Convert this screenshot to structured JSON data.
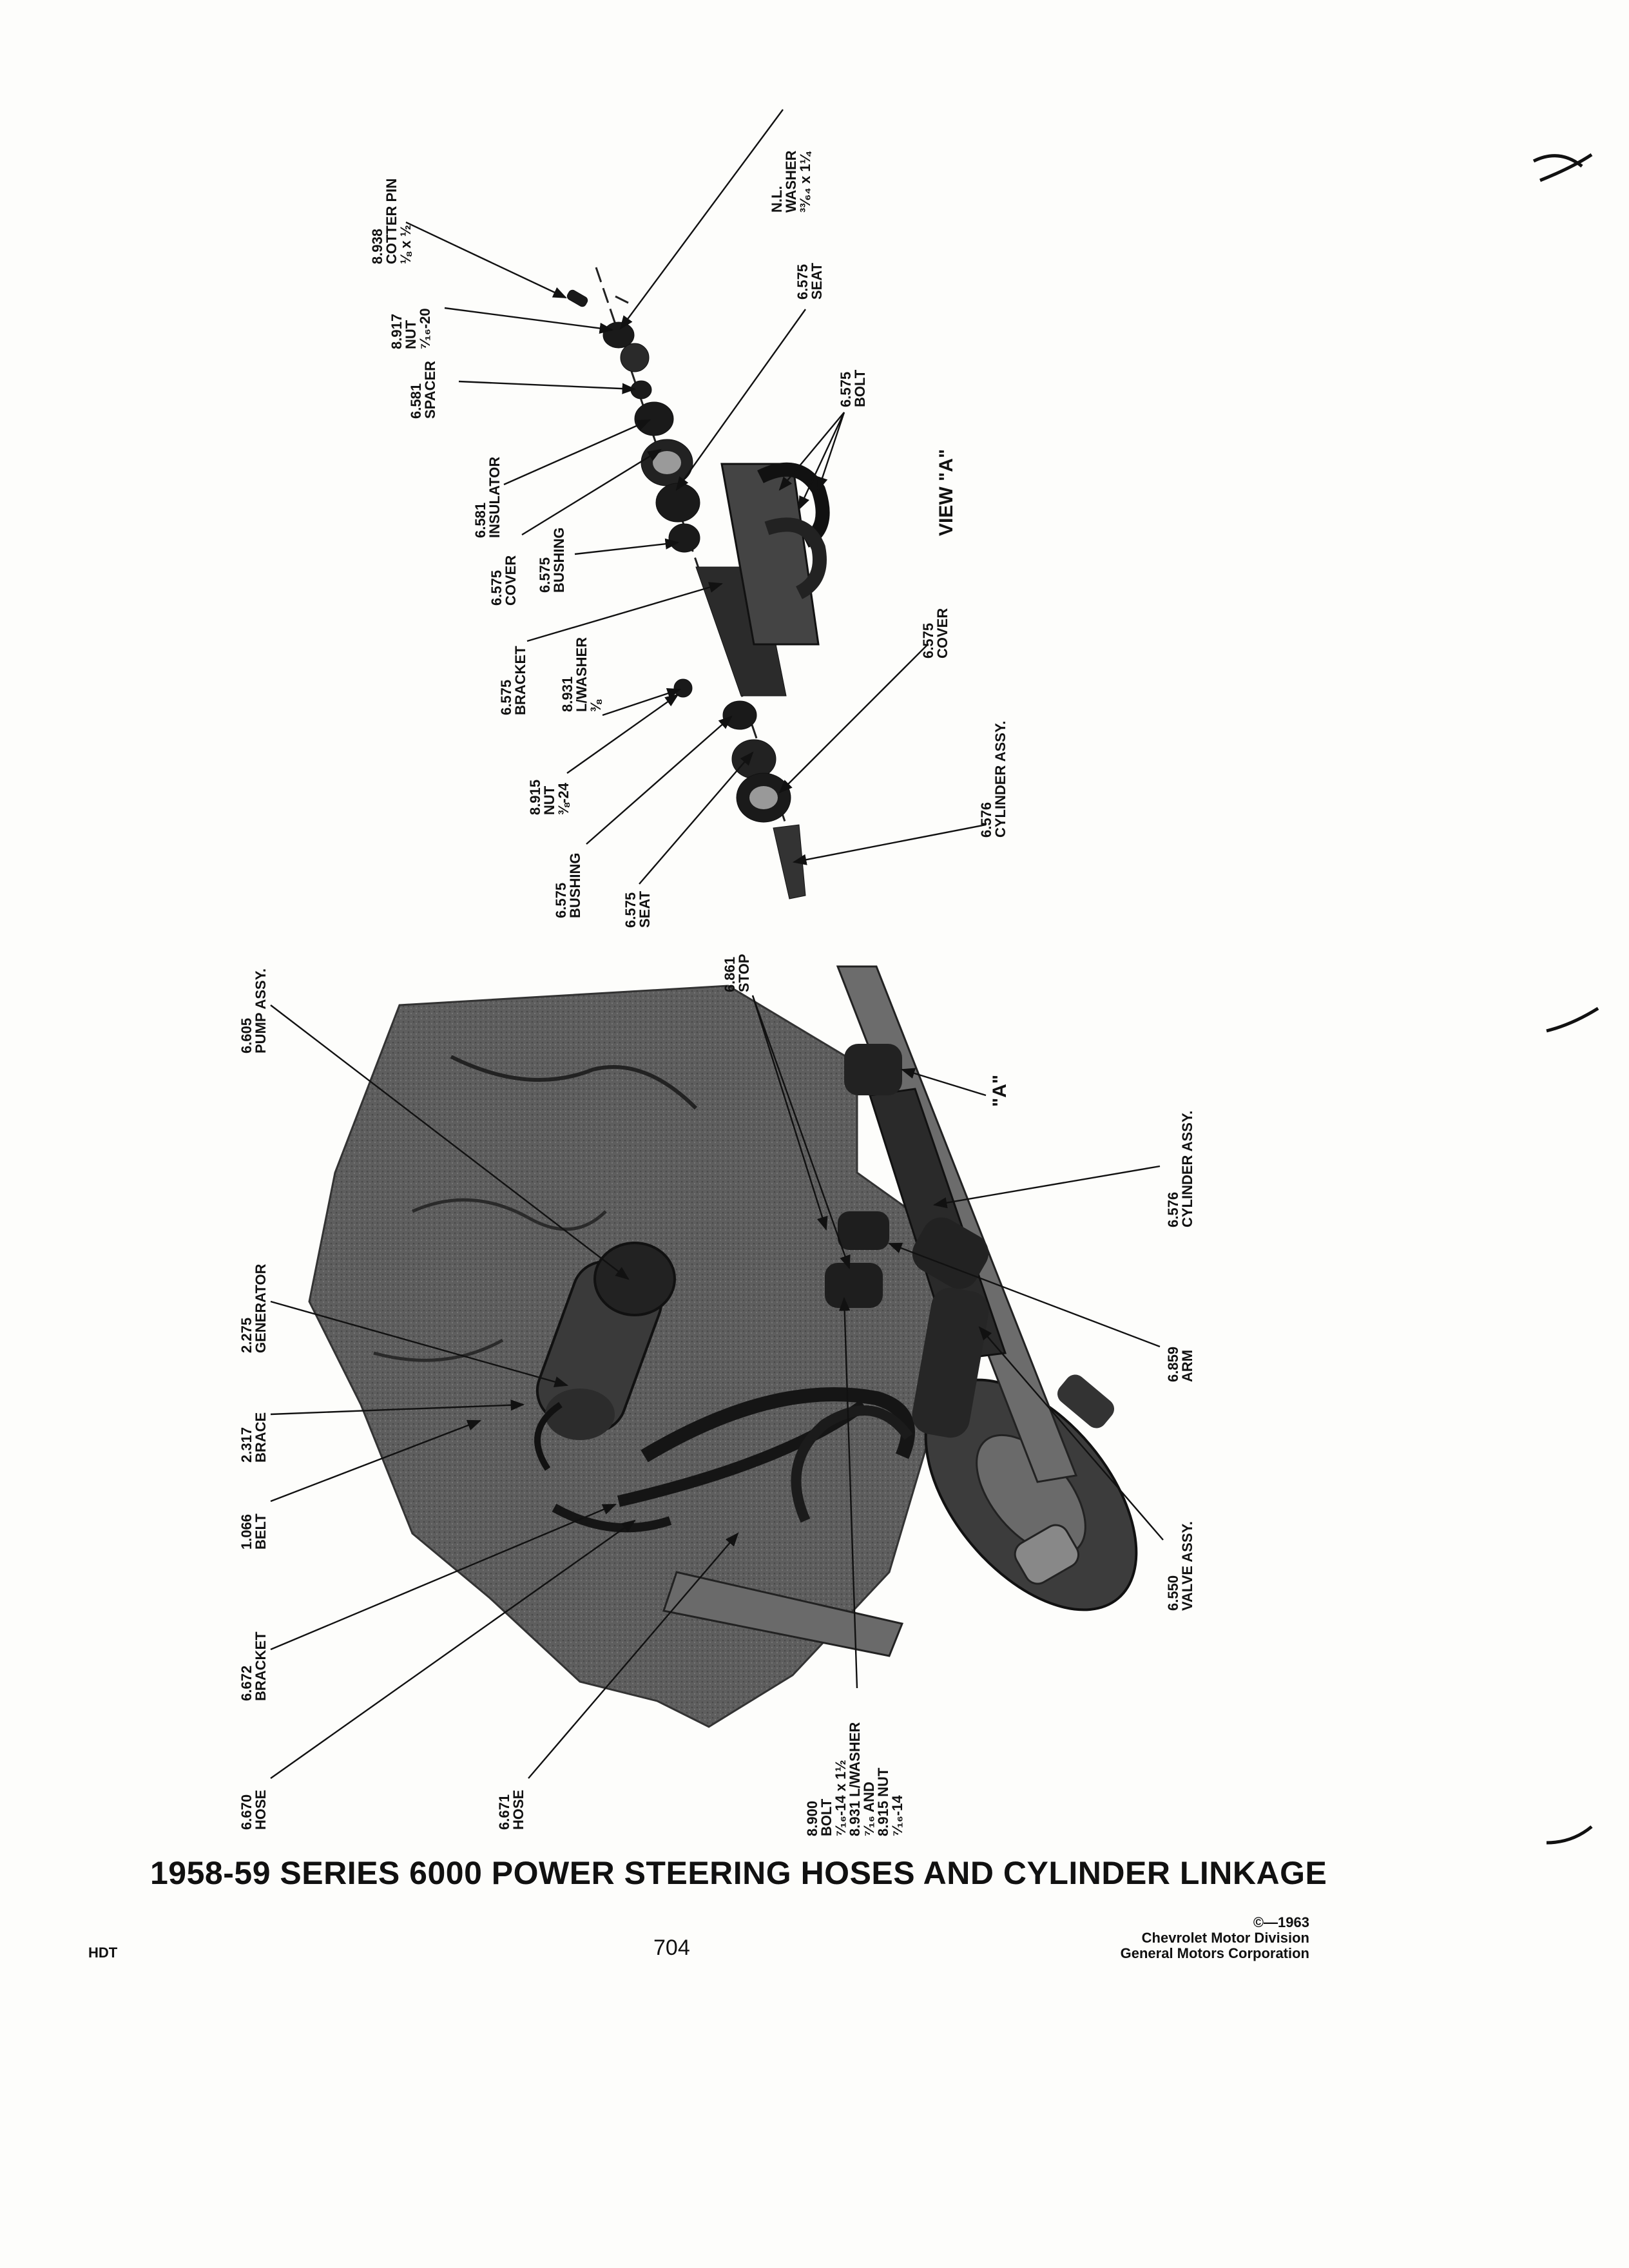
{
  "title": "1958-59 SERIES 6000 POWER STEERING HOSES AND CYLINDER LINKAGE",
  "page_number": "704",
  "manual_code": "HDT",
  "copyright": {
    "line1": "©—1963",
    "line2": "Chevrolet Motor Division",
    "line3": "General Motors Corporation"
  },
  "view_a": {
    "caption": "VIEW \"A\"",
    "labels": [
      {
        "num": "8.938",
        "name": "COTTER PIN",
        "size": "⅛ x ½"
      },
      {
        "num": "8.917",
        "name": "NUT",
        "size": "⁷⁄₁₆-20"
      },
      {
        "num": "6.581",
        "name": "SPACER",
        "size": ""
      },
      {
        "num": "6.581",
        "name": "INSULATOR",
        "size": ""
      },
      {
        "num": "6.575",
        "name": "COVER",
        "size": ""
      },
      {
        "num": "6.575",
        "name": "BUSHING",
        "size": ""
      },
      {
        "num": "6.575",
        "name": "BRACKET",
        "size": ""
      },
      {
        "num": "8.931",
        "name": "L/WASHER",
        "size": "⅜"
      },
      {
        "num": "8.915",
        "name": "NUT",
        "size": "⅜-24"
      },
      {
        "num": "6.575",
        "name": "BUSHING",
        "size": ""
      },
      {
        "num": "6.575",
        "name": "SEAT",
        "size": ""
      },
      {
        "num": "N.L.",
        "name": "WASHER",
        "size": "³³⁄₆₄ x 1¼"
      },
      {
        "num": "6.575",
        "name": "SEAT",
        "size": ""
      },
      {
        "num": "6.575",
        "name": "BOLT",
        "size": ""
      },
      {
        "num": "6.575",
        "name": "COVER",
        "size": ""
      },
      {
        "num": "6.576",
        "name": "CYLINDER ASSY.",
        "size": ""
      }
    ]
  },
  "main_view": {
    "marker": "\"A\"",
    "labels": [
      {
        "num": "6.605",
        "name": "PUMP ASSY.",
        "size": ""
      },
      {
        "num": "2.275",
        "name": "GENERATOR",
        "size": ""
      },
      {
        "num": "2.317",
        "name": "BRACE",
        "size": ""
      },
      {
        "num": "1.066",
        "name": "BELT",
        "size": ""
      },
      {
        "num": "6.672",
        "name": "BRACKET",
        "size": ""
      },
      {
        "num": "6.670",
        "name": "HOSE",
        "size": ""
      },
      {
        "num": "6.671",
        "name": "HOSE",
        "size": ""
      },
      {
        "num": "8.900",
        "name": "BOLT",
        "size": "⁷⁄₁₆-14 x 1½",
        "extra1": "8.931 L/WASHER",
        "extra2": "⁷⁄₁₆ AND",
        "extra3": "8.915 NUT",
        "extra4": "⁷⁄₁₆-14"
      },
      {
        "num": "6.861",
        "name": "STOP",
        "size": ""
      },
      {
        "num": "6.576",
        "name": "CYLINDER ASSY.",
        "size": ""
      },
      {
        "num": "6.859",
        "name": "ARM",
        "size": ""
      },
      {
        "num": "6.550",
        "name": "VALVE ASSY.",
        "size": ""
      }
    ]
  }
}
